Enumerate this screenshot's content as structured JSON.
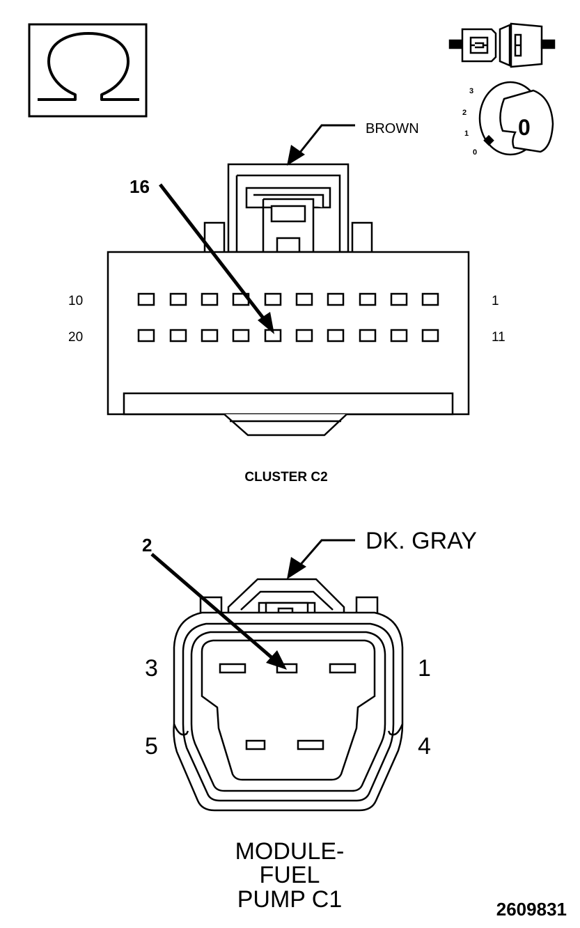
{
  "symbols": {
    "ohm_symbol": "Ω",
    "connector_icon": "connector-icon",
    "ignition_key": {
      "positions": [
        "3",
        "2",
        "1",
        "0"
      ],
      "key_label": "0"
    }
  },
  "cluster_connector": {
    "color_label": "BROWN",
    "pointer_pin": "16",
    "row_labels": {
      "top_left": "10",
      "top_right": "1",
      "bottom_left": "20",
      "bottom_right": "11"
    },
    "caption": "CLUSTER C2"
  },
  "pump_connector": {
    "color_label": "DK. GRAY",
    "pointer_pin": "2",
    "pin_labels": {
      "top_left": "3",
      "top_right": "1",
      "bottom_left": "5",
      "bottom_right": "4"
    },
    "caption_lines": [
      "MODULE-",
      "FUEL",
      "PUMP C1"
    ]
  },
  "figure_id": "2609831"
}
